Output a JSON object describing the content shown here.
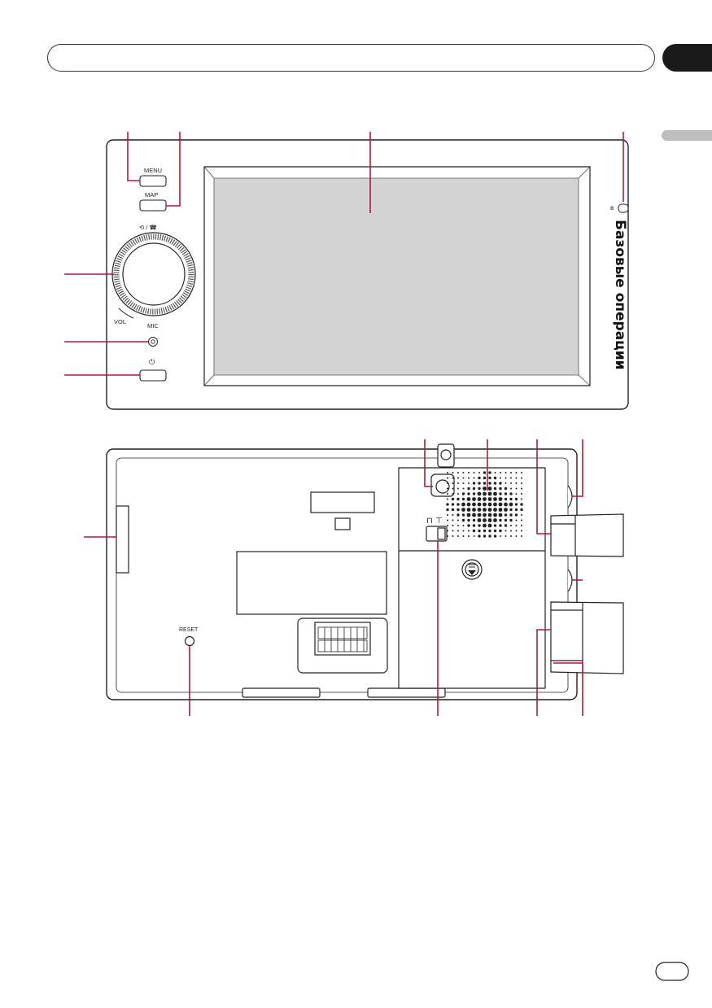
{
  "header": {
    "tab_color": "#1a1a1a",
    "side_tab_color": "#bdbdbd"
  },
  "side_title": "Базовые операции",
  "front_panel": {
    "menu_label": "MENU",
    "map_label": "MAP",
    "knob_symbol": "⟲ / ☎",
    "vol_label": "VOL",
    "mic_label": "MIC",
    "power_symbol": "⏻",
    "bluetooth_symbol": "ʙ"
  },
  "rear_panel": {
    "reset_label": "RESET"
  },
  "colors": {
    "callout": "#b5173b",
    "screen": "#d3d3d3",
    "outline": "#222222"
  }
}
